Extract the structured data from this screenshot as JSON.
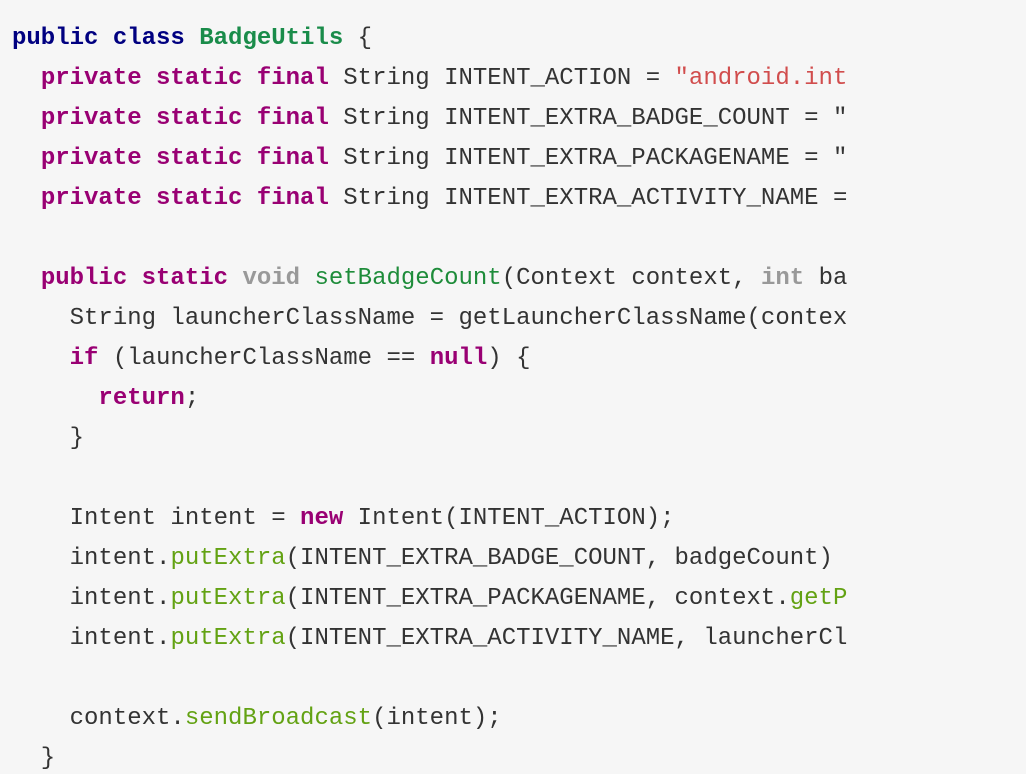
{
  "code": {
    "lines": [
      [
        {
          "t": "kw-blue",
          "v": "public class "
        },
        {
          "t": "cls",
          "v": "BadgeUtils"
        },
        {
          "t": "plain",
          "v": " {"
        }
      ],
      [
        {
          "t": "plain",
          "v": "  "
        },
        {
          "t": "kw",
          "v": "private static final"
        },
        {
          "t": "plain",
          "v": " String INTENT_ACTION = "
        },
        {
          "t": "str",
          "v": "\"android.int"
        }
      ],
      [
        {
          "t": "plain",
          "v": "  "
        },
        {
          "t": "kw",
          "v": "private static final"
        },
        {
          "t": "plain",
          "v": " String INTENT_EXTRA_BADGE_COUNT = \""
        }
      ],
      [
        {
          "t": "plain",
          "v": "  "
        },
        {
          "t": "kw",
          "v": "private static final"
        },
        {
          "t": "plain",
          "v": " String INTENT_EXTRA_PACKAGENAME = \""
        }
      ],
      [
        {
          "t": "plain",
          "v": "  "
        },
        {
          "t": "kw",
          "v": "private static final"
        },
        {
          "t": "plain",
          "v": " String INTENT_EXTRA_ACTIVITY_NAME ="
        }
      ],
      [
        {
          "t": "plain",
          "v": ""
        }
      ],
      [
        {
          "t": "plain",
          "v": "  "
        },
        {
          "t": "kw",
          "v": "public static"
        },
        {
          "t": "plain",
          "v": " "
        },
        {
          "t": "type-void",
          "v": "void"
        },
        {
          "t": "plain",
          "v": " "
        },
        {
          "t": "fn",
          "v": "setBadgeCount"
        },
        {
          "t": "plain",
          "v": "(Context context, "
        },
        {
          "t": "type-int",
          "v": "int"
        },
        {
          "t": "plain",
          "v": " ba"
        }
      ],
      [
        {
          "t": "plain",
          "v": "    String launcherClassName = getLauncherClassName(contex"
        }
      ],
      [
        {
          "t": "plain",
          "v": "    "
        },
        {
          "t": "kw",
          "v": "if"
        },
        {
          "t": "plain",
          "v": " (launcherClassName == "
        },
        {
          "t": "kw",
          "v": "null"
        },
        {
          "t": "plain",
          "v": ") {"
        }
      ],
      [
        {
          "t": "plain",
          "v": "      "
        },
        {
          "t": "kw",
          "v": "return"
        },
        {
          "t": "plain",
          "v": ";"
        }
      ],
      [
        {
          "t": "plain",
          "v": "    }"
        }
      ],
      [
        {
          "t": "plain",
          "v": ""
        }
      ],
      [
        {
          "t": "plain",
          "v": "    Intent intent = "
        },
        {
          "t": "kw",
          "v": "new"
        },
        {
          "t": "plain",
          "v": " Intent(INTENT_ACTION);"
        }
      ],
      [
        {
          "t": "plain",
          "v": "    intent."
        },
        {
          "t": "method",
          "v": "putExtra"
        },
        {
          "t": "plain",
          "v": "(INTENT_EXTRA_BADGE_COUNT, badgeCount)"
        }
      ],
      [
        {
          "t": "plain",
          "v": "    intent."
        },
        {
          "t": "method",
          "v": "putExtra"
        },
        {
          "t": "plain",
          "v": "(INTENT_EXTRA_PACKAGENAME, context."
        },
        {
          "t": "method",
          "v": "getP"
        }
      ],
      [
        {
          "t": "plain",
          "v": "    intent."
        },
        {
          "t": "method",
          "v": "putExtra"
        },
        {
          "t": "plain",
          "v": "(INTENT_EXTRA_ACTIVITY_NAME, launcherCl"
        }
      ],
      [
        {
          "t": "plain",
          "v": ""
        }
      ],
      [
        {
          "t": "plain",
          "v": "    context."
        },
        {
          "t": "method",
          "v": "sendBroadcast"
        },
        {
          "t": "plain",
          "v": "(intent);"
        }
      ],
      [
        {
          "t": "plain",
          "v": "  }"
        }
      ]
    ]
  }
}
